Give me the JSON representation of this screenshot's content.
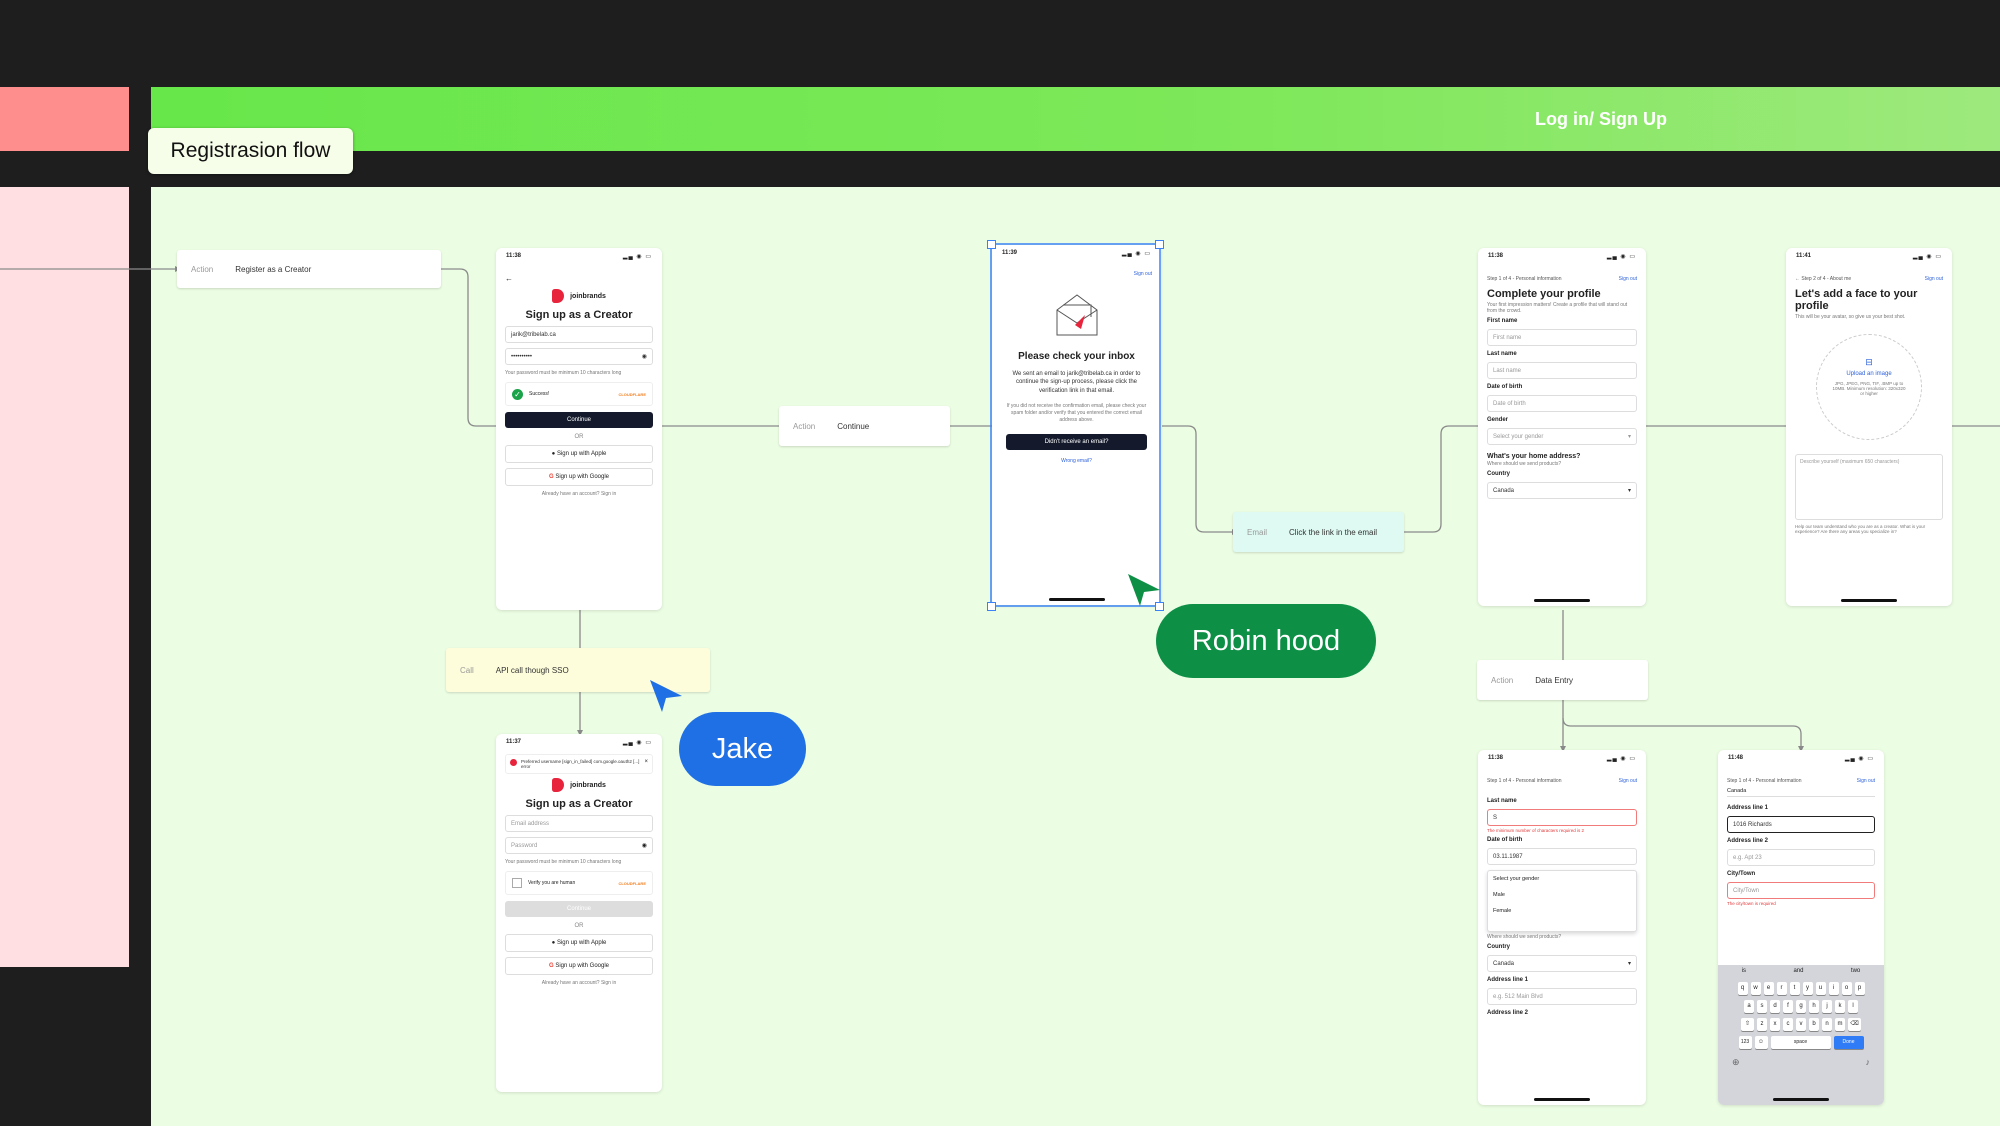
{
  "header": {
    "title": "Log in/ Sign Up"
  },
  "section_label": "Registrasion flow",
  "notes": {
    "register": {
      "tag": "Action",
      "text": "Register as a Creator"
    },
    "continue": {
      "tag": "Action",
      "text": "Continue"
    },
    "api": {
      "tag": "Call",
      "text": "API call though SSO"
    },
    "email": {
      "tag": "Email",
      "text": "Click the link in the email"
    },
    "data_entry": {
      "tag": "Action",
      "text": "Data Entry"
    }
  },
  "collaborators": {
    "jake": {
      "name": "Jake",
      "color": "#1f6fe5"
    },
    "robin": {
      "name": "Robin hood",
      "color": "#0d8f46"
    }
  },
  "signup": {
    "time": "11:38",
    "brand": "joinbrands",
    "title": "Sign up as a Creator",
    "email_value": "jarik@tribelab.ca",
    "password_value": "••••••••••",
    "hint": "Your password must be minimum 10 characters long",
    "captcha_status": "Success!",
    "captcha_brand": "CLOUDFLARE",
    "continue": "Continue",
    "or": "OR",
    "apple": "Sign up with Apple",
    "google": "Sign up with Google",
    "already": "Already have an account? Sign in"
  },
  "signup_error": {
    "time": "11:37",
    "error": "Preferred username [sign_in_failed] com.google.oauth2 [...] error",
    "brand": "joinbrands",
    "title": "Sign up as a Creator",
    "email_placeholder": "Email address",
    "password_placeholder": "Password",
    "hint": "Your password must be minimum 10 characters long",
    "verify": "Verify you are human",
    "captcha_brand": "CLOUDFLARE",
    "continue": "Continue",
    "or": "OR",
    "apple": "Sign up with Apple",
    "google": "Sign up with Google",
    "already": "Already have an account? Sign in"
  },
  "inbox": {
    "time": "11:39",
    "sign_out": "Sign out",
    "title": "Please check your inbox",
    "body": "We sent an email to jarik@tribelab.ca in order to continue the sign-up process, please click the verification link in that email.",
    "body2": "If you did not receive the confirmation email, please check your spam folder and/or verify that you entered the correct email address above.",
    "button": "Didn't receive an email?",
    "link": "Wrong email?"
  },
  "profile": {
    "time": "11:38",
    "step": "Step 1 of 4 - Personal information",
    "sign_out": "Sign out",
    "title": "Complete your profile",
    "subtitle": "Your first impression matters! Create a profile that will stand out from the crowd.",
    "first_name": "First name",
    "last_name": "Last name",
    "dob": "Date of birth",
    "gender": "Gender",
    "gender_placeholder": "Select your gender",
    "address_title": "What's your home address?",
    "address_sub": "Where should we send products?",
    "country": "Country",
    "country_value": "Canada"
  },
  "about": {
    "time": "11:41",
    "step": "Step 2 of 4 - About me",
    "sign_out": "Sign out",
    "title": "Let's add a face to your profile",
    "subtitle": "This will be your avatar, so give us your best shot.",
    "upload": "Upload an image",
    "upload_hint": "JPG, JPEG, PNG, TIF, .BMP up to 10MB. Minimum resolution: 320x320 or higher",
    "describe": "Describe yourself (maximum 650 characters)",
    "describe_hint": "Help our team understand who you are as a creator. What is your experience? Are there any areas you specialize in?"
  },
  "entry1": {
    "time": "11:38",
    "step": "Step 1 of 4 - Personal information",
    "sign_out": "Sign out",
    "last_name": "Last name",
    "last_name_value": "S",
    "last_name_error": "The minimum number of characters required is 2",
    "dob": "Date of birth",
    "dob_value": "03.11.1987",
    "gender_options": [
      "Select your gender",
      "Male",
      "Female"
    ],
    "address_sub": "Where should we send products?",
    "country": "Country",
    "country_value": "Canada",
    "address1": "Address line 1",
    "address1_placeholder": "e.g. 512 Main Blvd",
    "address2": "Address line 2"
  },
  "entry2": {
    "time": "11:48",
    "step": "Step 1 of 4 - Personal information",
    "sign_out": "Sign out",
    "country_value": "Canada",
    "address1": "Address line 1",
    "address1_value": "1016 Richards",
    "address2": "Address line 2",
    "address2_placeholder": "e.g. Apt 23",
    "city": "City/Town",
    "city_placeholder": "City/Town",
    "city_error": "The city/town is required",
    "suggestions": [
      "is",
      "and",
      "two"
    ],
    "kb_row1": [
      "q",
      "w",
      "e",
      "r",
      "t",
      "y",
      "u",
      "i",
      "o",
      "p"
    ],
    "kb_row2": [
      "a",
      "s",
      "d",
      "f",
      "g",
      "h",
      "j",
      "k",
      "l"
    ],
    "kb_row3": [
      "z",
      "x",
      "c",
      "v",
      "b",
      "n",
      "m"
    ],
    "space": "space",
    "done": "Done",
    "num": "123"
  }
}
